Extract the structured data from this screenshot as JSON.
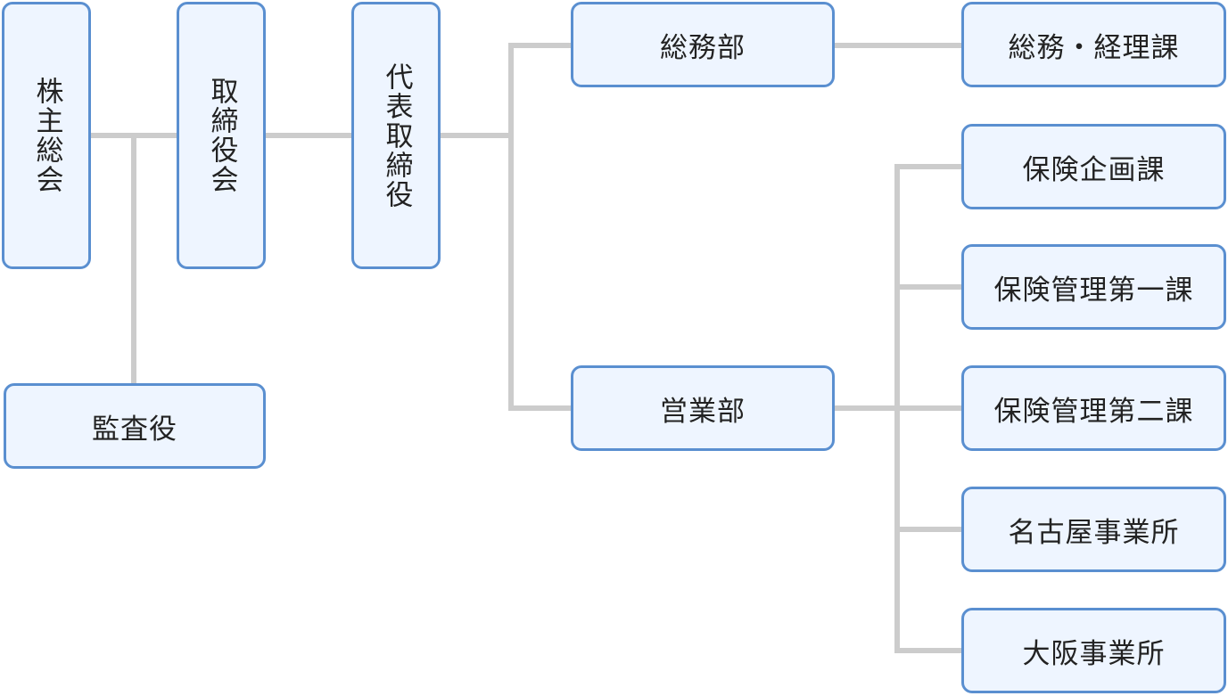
{
  "org_chart": {
    "shareholders": "株主総会",
    "board": "取締役会",
    "ceo": "代表取締役",
    "auditor": "監査役",
    "general_affairs_dept": "総務部",
    "general_affairs_accounting_section": "総務・経理課",
    "sales_dept": "営業部",
    "insurance_planning_section": "保険企画課",
    "insurance_management_section_1": "保険管理第一課",
    "insurance_management_section_2": "保険管理第二課",
    "nagoya_office": "名古屋事業所",
    "osaka_office": "大阪事業所"
  },
  "colors": {
    "box_fill": "#eef5ff",
    "box_border": "#5a8fd0",
    "connector": "#cccccc",
    "text": "#222222"
  }
}
